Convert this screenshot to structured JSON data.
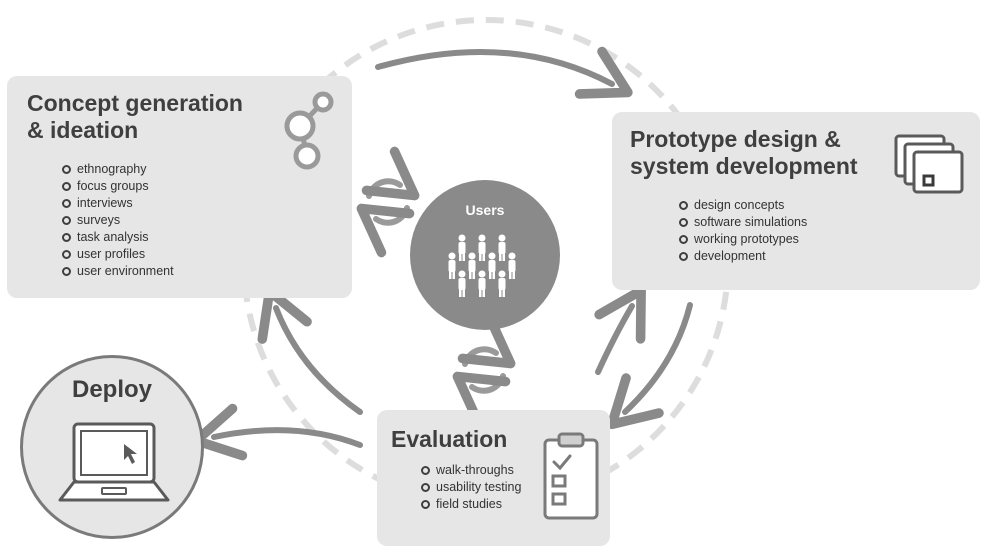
{
  "center": {
    "label": "Users"
  },
  "concept": {
    "title": "Concept generation\n& ideation",
    "items": [
      "ethnography",
      "focus groups",
      "interviews",
      "surveys",
      "task analysis",
      "user profiles",
      "user environment"
    ]
  },
  "prototype": {
    "title": "Prototype design &\nsystem development",
    "items": [
      "design concepts",
      "software simulations",
      "working prototypes",
      "development"
    ]
  },
  "evaluation": {
    "title": "Evaluation",
    "items": [
      "walk-throughs",
      "usability testing",
      "field studies"
    ]
  },
  "deploy": {
    "title": "Deploy"
  },
  "colors": {
    "box_fill": "#e6e6e6",
    "arrow": "#8a8a8a",
    "dashed_ring": "#dddddd",
    "center_fill": "#8a8a8a",
    "title_text": "#3f3f3f"
  }
}
